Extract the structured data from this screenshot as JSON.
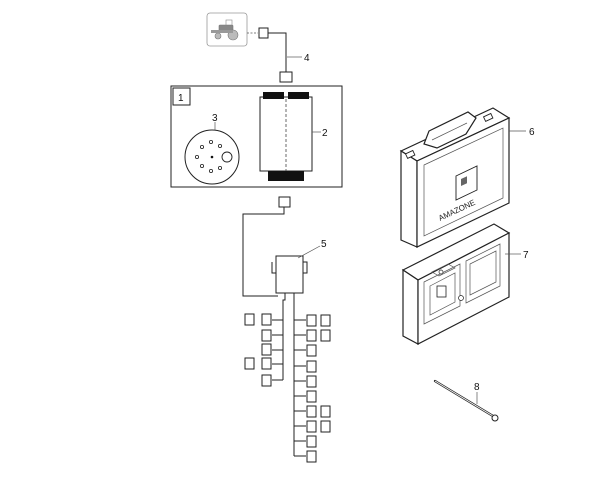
{
  "diagram": {
    "kit_box_label": "1",
    "callouts": {
      "monitor": "2",
      "round_connector": "3",
      "tractor_cable": "4",
      "harness": "5",
      "carry_case": "6",
      "case_insert": "7",
      "cable_tie": "8"
    },
    "case_brand": "AMAZONE"
  },
  "colors": {
    "line": "#222222",
    "fill": "#ffffff",
    "dark": "#111111"
  },
  "icons": {
    "tractor": "tractor-icon"
  }
}
